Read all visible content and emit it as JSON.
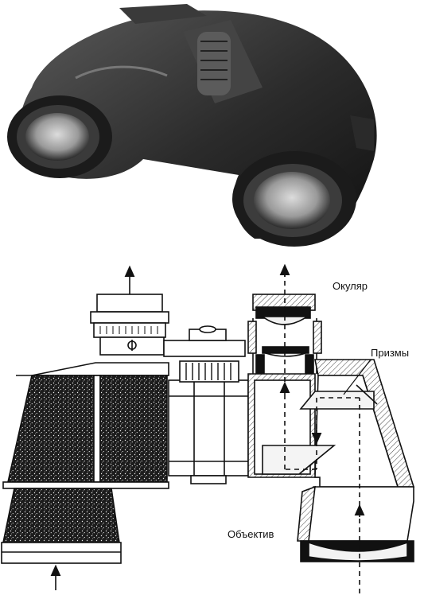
{
  "labels": {
    "eyepiece": "Окуляр",
    "prisms": "Призмы",
    "objective": "Объектив"
  },
  "colors": {
    "ink": "#111111",
    "paper": "#ffffff",
    "glass": "#f2f2f2"
  }
}
